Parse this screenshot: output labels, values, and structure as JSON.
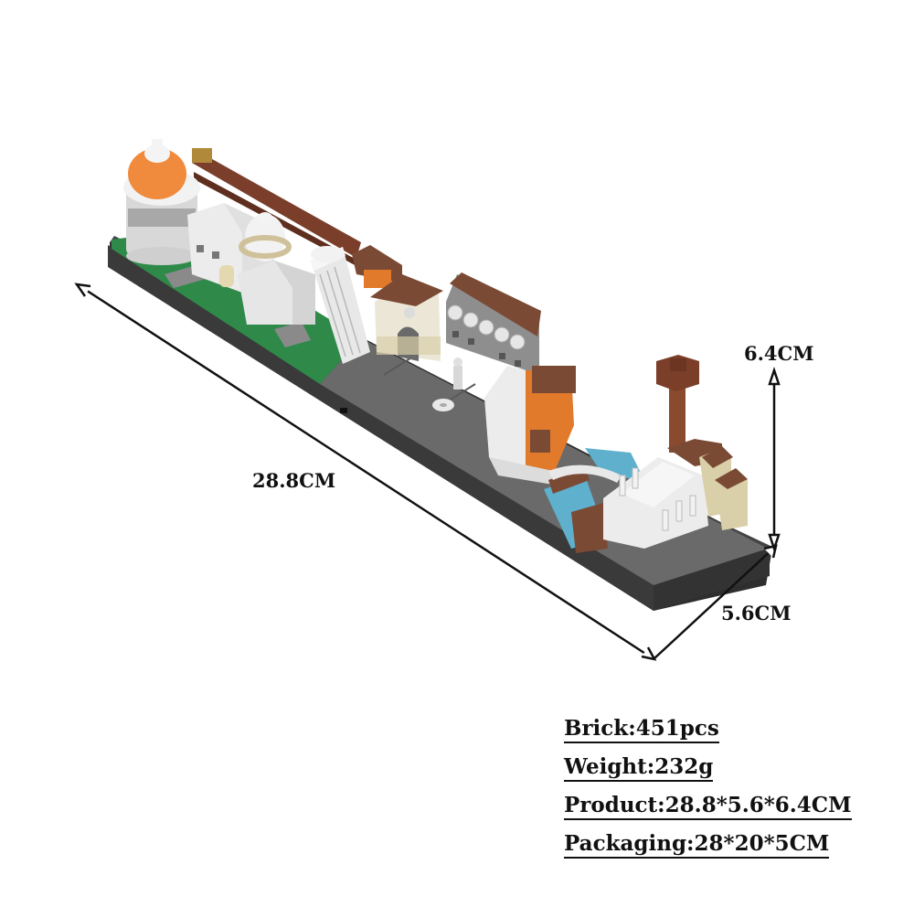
{
  "product": {
    "subject": "brick-built city skyline model (leaning tower, domed baptistery, cathedral, arch gate, canal with bridges, bell tower)",
    "colors": {
      "baseplate": "#3a3a3a",
      "street": "#6b6b6b",
      "grass": "#2f8a4a",
      "dome_orange": "#f08a3c",
      "white_bricks": "#eeeeee",
      "roof_brown": "#7b4a35",
      "tan_bricks": "#d9cfa8",
      "water": "#5fb0cc",
      "wall_orange": "#e27a2c"
    }
  },
  "dimensions": {
    "length": "28.8CM",
    "width": "5.6CM",
    "height": "6.4CM"
  },
  "specs": [
    {
      "label": "Brick:451pcs"
    },
    {
      "label": "Weight:232g"
    },
    {
      "label": "Product:28.8*5.6*6.4CM"
    },
    {
      "label": "Packaging:28*20*5CM"
    }
  ]
}
